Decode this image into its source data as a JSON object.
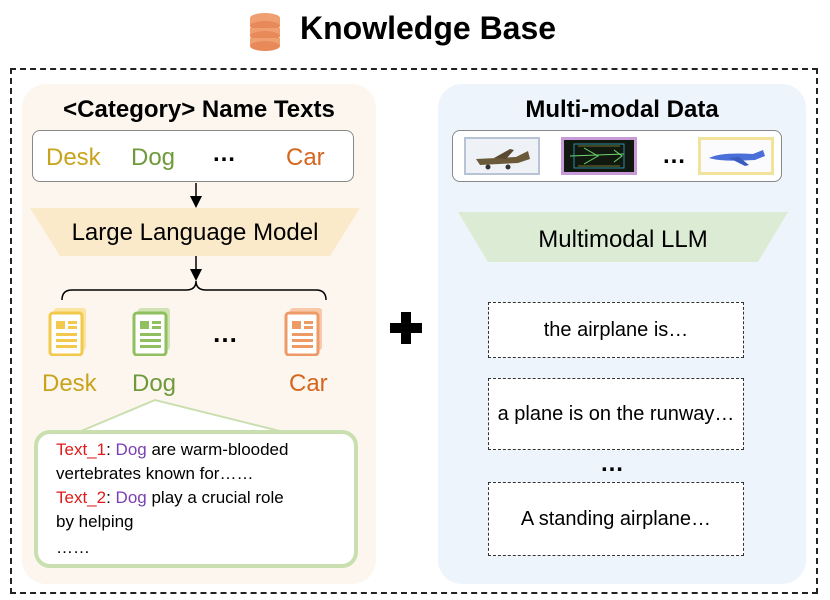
{
  "header": {
    "title": "Knowledge Base"
  },
  "left": {
    "title": "<Category> Name Texts",
    "names": [
      "Desk",
      "Dog",
      "Car"
    ],
    "ellipsis": "…",
    "model": "Large Language Model",
    "docs": [
      "Desk",
      "Dog",
      "Car"
    ],
    "texts": {
      "t1_label": "Text_1",
      "t1_subject": "Dog",
      "t1_rest": " are warm-blooded",
      "t1_line2": "vertebrates known for……",
      "t2_label": "Text_2",
      "t2_subject": "Dog",
      "t2_rest": " play a crucial role",
      "t2_line2": "by helping",
      "t_more": "……"
    }
  },
  "right": {
    "title": "Multi-modal Data",
    "ellipsis": "…",
    "model": "Multimodal LLM",
    "captions": [
      "the airplane is…",
      "a plane is on the runway…",
      "A standing airplane…"
    ],
    "captions_ellipsis": "…"
  },
  "colors": {
    "desk": "#c8a41c",
    "dog": "#6f9a3c",
    "car": "#d6651e",
    "text_label": "#e01b1b",
    "subject": "#7a3fb5",
    "llm_fill": "#fbeaca",
    "mllm_fill": "#dcecd4"
  }
}
